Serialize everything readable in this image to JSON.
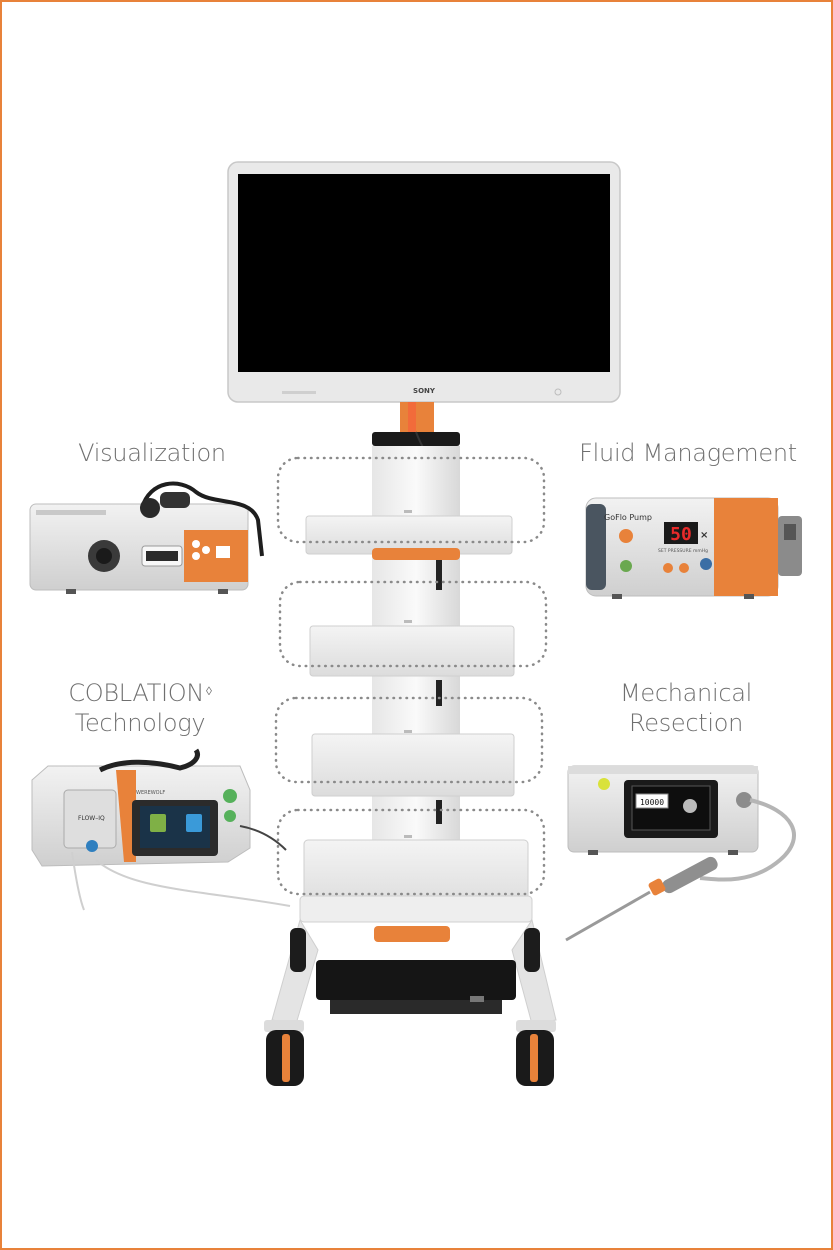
{
  "labels": {
    "visualization": "Visualization",
    "fluid_management": "Fluid Management",
    "coblation_line1": "COBLATION",
    "coblation_mark": "◊",
    "coblation_line2": "Technology",
    "mechanical_line1": "Mechanical",
    "mechanical_line2": "Resection"
  },
  "devices": {
    "monitor_brand": "SONY",
    "pump_name": "GoFlo Pump",
    "pump_readout": "50",
    "pump_pressure_label": "SET PRESSURE mmHg",
    "flow_label": "FLOW–IQ",
    "werewolf_label": "WEREWOLF",
    "shaver_readout": "10000"
  },
  "colors": {
    "accent": "#e8823a",
    "label_text": "#6f6f6f",
    "dotted_outline": "#8a8a8a"
  }
}
